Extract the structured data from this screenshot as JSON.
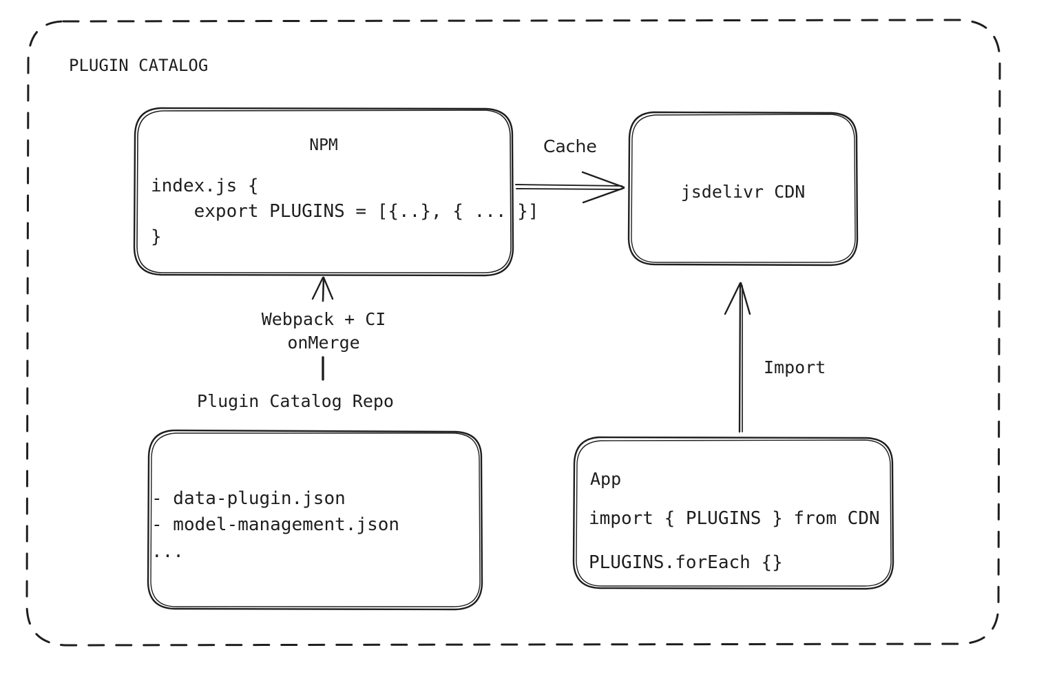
{
  "diagram": {
    "title": "PLUGIN CATALOG",
    "type": "architecture-flow",
    "background": "#ffffff",
    "stroke_color": "#1e1e1e",
    "style": "hand-drawn"
  },
  "nodes": {
    "npm": {
      "id": "npm",
      "title": "NPM",
      "code": "index.js {\n    export PLUGINS = [{..}, { ... }]\n}"
    },
    "cdn": {
      "id": "cdn",
      "title": "jsdelivr CDN"
    },
    "repo": {
      "id": "repo",
      "caption": "Plugin Catalog Repo",
      "files": "- data-plugin.json\n- model-management.json\n..."
    },
    "app": {
      "id": "app",
      "title": "App",
      "line1": "import { PLUGINS } from CDN",
      "line2": "PLUGINS.forEach {}"
    }
  },
  "edges": [
    {
      "id": "npm-to-cdn",
      "label": "Cache",
      "from": "npm",
      "to": "cdn",
      "direction": "right"
    },
    {
      "id": "repo-to-npm",
      "label": "Webpack + CI\nonMerge",
      "from": "repo",
      "to": "npm",
      "direction": "up"
    },
    {
      "id": "app-to-cdn",
      "label": "Import",
      "from": "app",
      "to": "cdn",
      "direction": "up"
    }
  ]
}
